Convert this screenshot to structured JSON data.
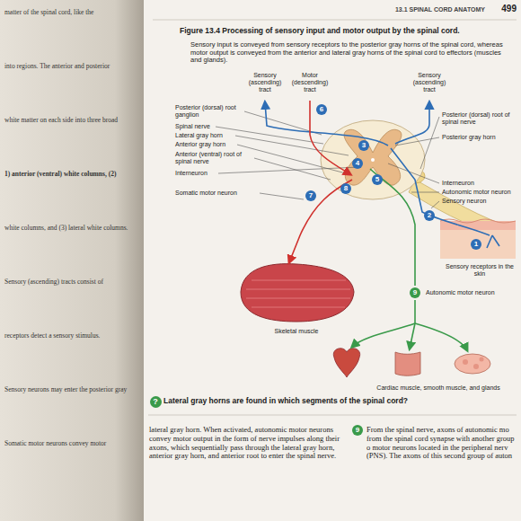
{
  "diagram": {
    "title": "Figure 13.4 Processing of sensory input and motor output by the spinal cord.",
    "caption": "Sensory input is conveyed from sensory receptors to the posterior gray horns of the spinal cord, whereas motor output is conveyed from the anterior and lateral gray horns of the spinal cord to effectors (muscles and glands).",
    "nodes": [
      {
        "text": [
          "1"
        ]
      },
      {
        "text": [
          "2"
        ]
      },
      {
        "text": [
          "3"
        ]
      },
      {
        "text": [
          "4"
        ]
      },
      {
        "text": [
          "5"
        ]
      },
      {
        "text": [
          "6"
        ]
      },
      {
        "text": [
          "7"
        ]
      },
      {
        "text": [
          "8"
        ]
      },
      {
        "text": [
          "9"
        ]
      },
      {
        "text": [
          "?"
        ]
      },
      {
        "text": [
          "9"
        ]
      }
    ],
    "labels": [
      "13.1 SPINAL CORD ANATOMY",
      "499",
      "Sensory (ascending) tract",
      "Motor (descending) tract",
      "Sensory (ascending) tract",
      "Posterior (dorsal) root ganglion",
      "Spinal nerve",
      "Lateral gray horn",
      "Anterior gray horn",
      "Anterior (ventral) root of spinal nerve",
      "Interneuron",
      "Somatic motor neuron",
      "Posterior (dorsal) root of spinal nerve",
      "Posterior gray horn",
      "Interneuron",
      "Autonomic motor neuron",
      "Sensory neuron",
      "Sensory receptors in the skin",
      "Autonomic motor neuron",
      "Skeletal muscle",
      "Cardiac muscle, smooth muscle, and glands",
      "Lateral gray horns are found in which segments of the spinal cord?",
      "lateral gray horn. When activated, autonomic motor neurons convey motor output in the form of nerve impulses along their axons, which sequentially pass through the lateral gray horn, anterior gray horn, and anterior root to enter the spinal nerve.",
      "From the spinal nerve, axons of autonomic mo from the spinal cord synapse with another group o motor neurons located in the peripheral nerv (PNS). The axons of this second group of auton",
      "matter of the spinal cord, like the",
      "into regions. The anterior and posterior",
      "white matter on each side into three broad",
      "1) anterior (ventral) white columns, (2)",
      "white columns, and (3) lateral white columns.",
      "Sensory (ascending) tracts consist of",
      "receptors detect a sensory stimulus.",
      "Sensory neurons may enter the posterior gray",
      "Somatic motor neurons convey motor"
    ]
  }
}
